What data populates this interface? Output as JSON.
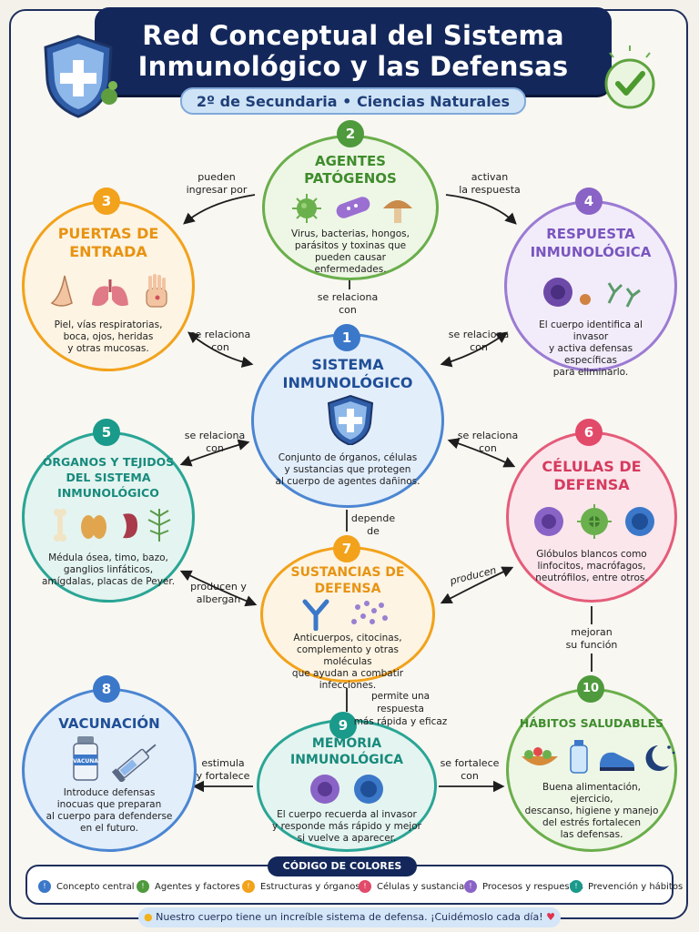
{
  "header": {
    "title_line1": "Red Conceptual del Sistema",
    "title_line2": "Inmunológico y las Defensas",
    "subtitle": "2º de Secundaria  •  Ciencias Naturales"
  },
  "colors": {
    "blue": "#3b78c9",
    "green": "#4e9a3c",
    "orange": "#f2a21b",
    "red": "#e24a6a",
    "purple": "#8a63c6",
    "teal": "#1a9a8a",
    "navy": "#13275a"
  },
  "nodes": [
    {
      "id": "sistema",
      "num": "1",
      "title1": "SISTEMA",
      "title2": "INMUNOLÓGICO",
      "desc": [
        "Conjunto de órganos, células",
        "y sustancias que protegen",
        "al cuerpo de agentes dañinos."
      ],
      "icons": [
        "shield-cross-icon"
      ]
    },
    {
      "id": "agentes",
      "num": "2",
      "title1": "AGENTES",
      "title2": "PATÓGENOS",
      "desc": [
        "Virus, bacterias, hongos,",
        "parásitos y toxinas que",
        "pueden causar",
        "enfermedades."
      ],
      "icons": [
        "virus-icon",
        "bacteria-icon",
        "fungus-icon"
      ]
    },
    {
      "id": "puertas",
      "num": "3",
      "title1": "PUERTAS DE",
      "title2": "ENTRADA",
      "desc": [
        "Piel, vías respiratorias,",
        "boca, ojos, heridas",
        "y otras mucosas."
      ],
      "icons": [
        "nose-icon",
        "lungs-icon",
        "hand-icon"
      ]
    },
    {
      "id": "respuesta",
      "num": "4",
      "title1": "RESPUESTA",
      "title2": "INMUNOLÓGICA",
      "desc": [
        "El cuerpo identifica al invasor",
        "y activa defensas específicas",
        "para eliminarlo."
      ],
      "icons": [
        "immune-cell-icon",
        "antibody-icon"
      ]
    },
    {
      "id": "organos",
      "num": "5",
      "title1": "ÓRGANOS Y TEJIDOS",
      "title2": "DEL SISTEMA",
      "title3": "INMUNOLÓGICO",
      "desc": [
        "Médula ósea, timo, bazo,",
        "ganglios linfáticos,",
        "amígdalas, placas de Peyer."
      ],
      "icons": [
        "bone-icon",
        "thymus-icon",
        "spleen-icon",
        "lymph-icon"
      ]
    },
    {
      "id": "celulas",
      "num": "6",
      "title1": "CÉLULAS DE",
      "title2": "DEFENSA",
      "desc": [
        "Glóbulos blancos como",
        "linfocitos, macrófagos,",
        "neutrófilos, entre otros."
      ],
      "icons": [
        "purple-cell-icon",
        "green-cell-icon",
        "blue-cell-icon"
      ]
    },
    {
      "id": "sustancias",
      "num": "7",
      "title1": "SUSTANCIAS DE",
      "title2": "DEFENSA",
      "desc": [
        "Anticuerpos, citocinas,",
        "complemento y otras moléculas",
        "que ayudan a combatir",
        "infecciones."
      ],
      "icons": [
        "antibody-y-icon",
        "molecules-icon"
      ]
    },
    {
      "id": "vacunacion",
      "num": "8",
      "title1": "VACUNACIÓN",
      "title2": "",
      "desc": [
        "Introduce defensas",
        "inocuas que preparan",
        "al cuerpo para defenderse",
        "en el futuro."
      ],
      "icons": [
        "vaccine-vial-icon",
        "syringe-icon"
      ],
      "vial_label": "VACUNA"
    },
    {
      "id": "memoria",
      "num": "9",
      "title1": "MEMORIA",
      "title2": "INMUNOLÓGICA",
      "desc": [
        "El cuerpo recuerda al invasor",
        "y responde más rápido y mejor",
        "si vuelve a aparecer."
      ],
      "icons": [
        "memory-cell-purple-icon",
        "memory-cell-blue-icon"
      ]
    },
    {
      "id": "habitos",
      "num": "10",
      "title1": "HÁBITOS SALUDABLES",
      "title2": "",
      "desc": [
        "Buena alimentación, ejercicio,",
        "descanso, higiene y manejo",
        "del estrés fortalecen",
        "las defensas."
      ],
      "icons": [
        "salad-icon",
        "water-bottle-icon",
        "sneaker-icon",
        "moon-icon"
      ]
    }
  ],
  "edges": [
    {
      "id": "e-2-3",
      "line1": "pueden",
      "line2": "ingresar por"
    },
    {
      "id": "e-2-4",
      "line1": "activan",
      "line2": "la respuesta"
    },
    {
      "id": "e-2-1",
      "line1": "se relaciona",
      "line2": "con"
    },
    {
      "id": "e-3-1",
      "line1": "se relaciona",
      "line2": "con"
    },
    {
      "id": "e-4-1",
      "line1": "se relaciona",
      "line2": "con"
    },
    {
      "id": "e-5-1",
      "line1": "se relaciona",
      "line2": "con"
    },
    {
      "id": "e-6-1",
      "line1": "se relaciona",
      "line2": "con"
    },
    {
      "id": "e-1-7",
      "line1": "depende",
      "line2": "de"
    },
    {
      "id": "e-5-7",
      "line1": "producen y",
      "line2": "albergan"
    },
    {
      "id": "e-6-7",
      "line1": "producen",
      "line2": ""
    },
    {
      "id": "e-6-10",
      "line1": "mejoran",
      "line2": "su función"
    },
    {
      "id": "e-7-9",
      "line1": "permite una respuesta",
      "line2": "más rápida y eficaz"
    },
    {
      "id": "e-9-8",
      "line1": "estimula",
      "line2": "y fortalece"
    },
    {
      "id": "e-9-10",
      "line1": "se fortalece",
      "line2": "con"
    }
  ],
  "legend": {
    "title": "CÓDIGO DE COLORES",
    "items": [
      {
        "label": "Concepto central",
        "color": "#3b78c9"
      },
      {
        "label": "Agentes y factores",
        "color": "#4e9a3c"
      },
      {
        "label": "Estructuras y órganos",
        "color": "#f2a21b"
      },
      {
        "label": "Células y sustancias",
        "color": "#e24a6a"
      },
      {
        "label": "Procesos y respuestas",
        "color": "#8a63c6"
      },
      {
        "label": "Prevención y hábitos",
        "color": "#1a9a8a"
      }
    ]
  },
  "footer": {
    "text": "Nuestro cuerpo tiene un increíble sistema de defensa. ¡Cuidémoslo cada día!"
  }
}
